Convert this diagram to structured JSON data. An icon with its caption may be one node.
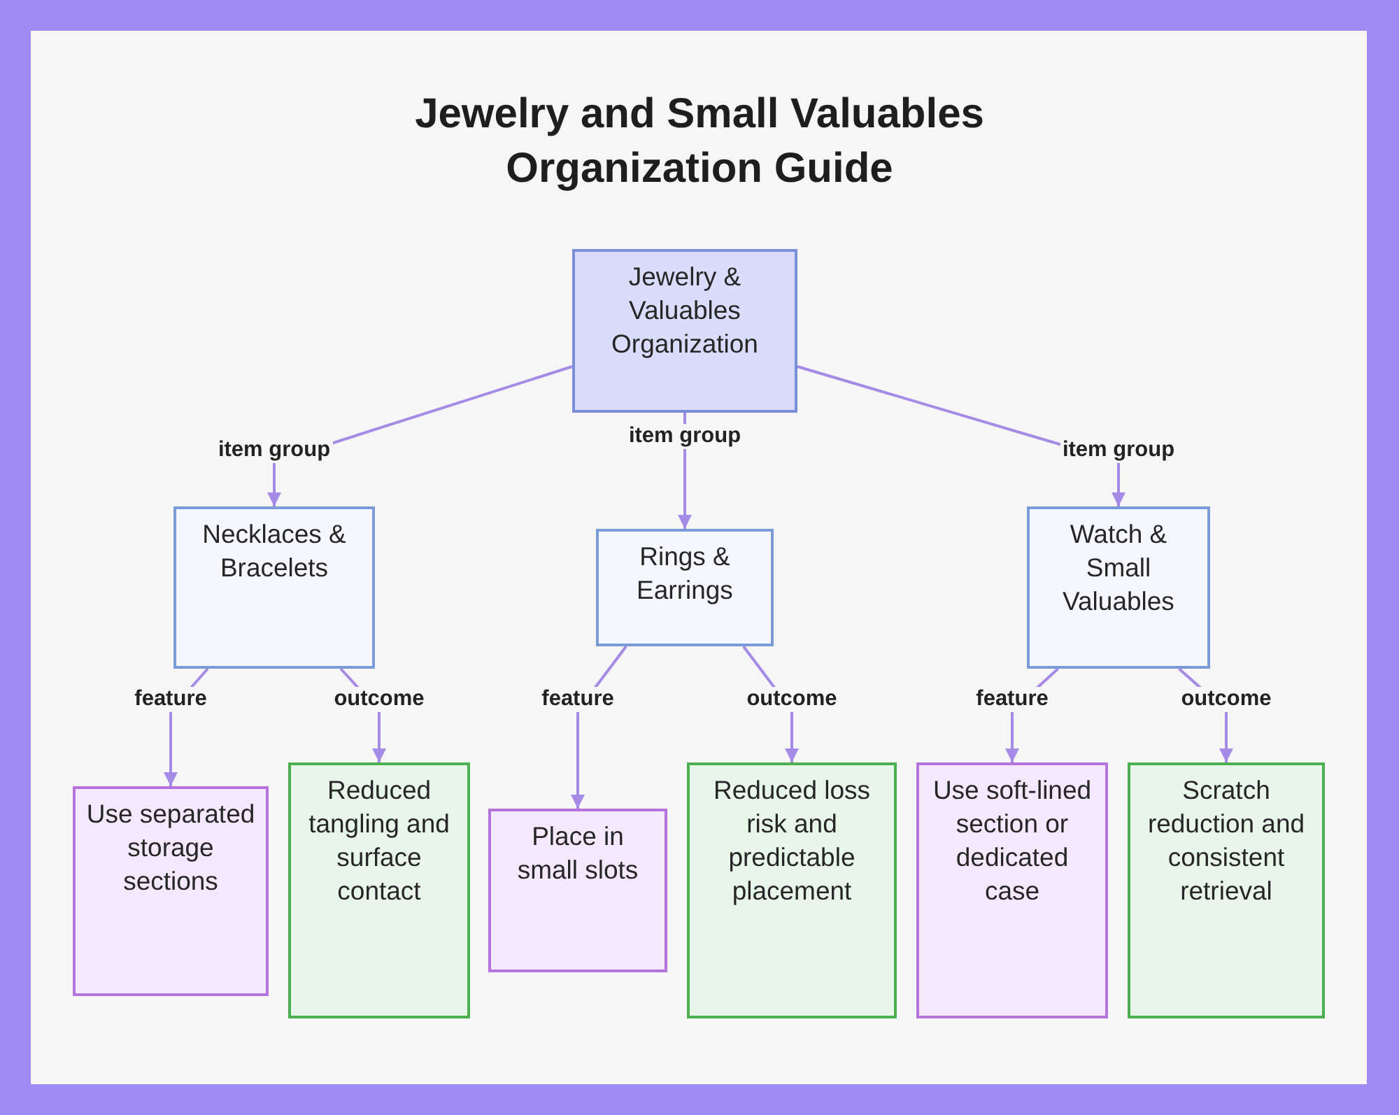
{
  "diagram": {
    "title": "Jewelry and Small Valuables Organization Guide",
    "nodes": [
      {
        "text": [
          "Jewelry & Valuables Organization"
        ]
      },
      {
        "text": [
          "Necklaces & Bracelets"
        ]
      },
      {
        "text": [
          "Rings & Earrings"
        ]
      },
      {
        "text": [
          "Watch & Small Valuables"
        ]
      },
      {
        "text": [
          "Use separated storage sections"
        ]
      },
      {
        "text": [
          "Reduced tangling and surface contact"
        ]
      },
      {
        "text": [
          "Place in small slots"
        ]
      },
      {
        "text": [
          "Reduced loss risk and predictable placement"
        ]
      },
      {
        "text": [
          "Use soft-lined section or dedicated case"
        ]
      },
      {
        "text": [
          "Scratch reduction and consistent retrieval"
        ]
      }
    ],
    "edges": [
      {
        "from": 0,
        "to": 1,
        "arrow": "to",
        "label": "item group"
      },
      {
        "from": 0,
        "to": 2,
        "arrow": "to",
        "label": "item group"
      },
      {
        "from": 0,
        "to": 3,
        "arrow": "to",
        "label": "item group"
      },
      {
        "from": 1,
        "to": 4,
        "arrow": "to",
        "label": "feature"
      },
      {
        "from": 1,
        "to": 5,
        "arrow": "to",
        "label": "outcome"
      },
      {
        "from": 2,
        "to": 6,
        "arrow": "to",
        "label": "feature"
      },
      {
        "from": 2,
        "to": 7,
        "arrow": "to",
        "label": "outcome"
      },
      {
        "from": 3,
        "to": 8,
        "arrow": "to",
        "label": "feature"
      },
      {
        "from": 3,
        "to": 9,
        "arrow": "to",
        "label": "outcome"
      }
    ]
  }
}
